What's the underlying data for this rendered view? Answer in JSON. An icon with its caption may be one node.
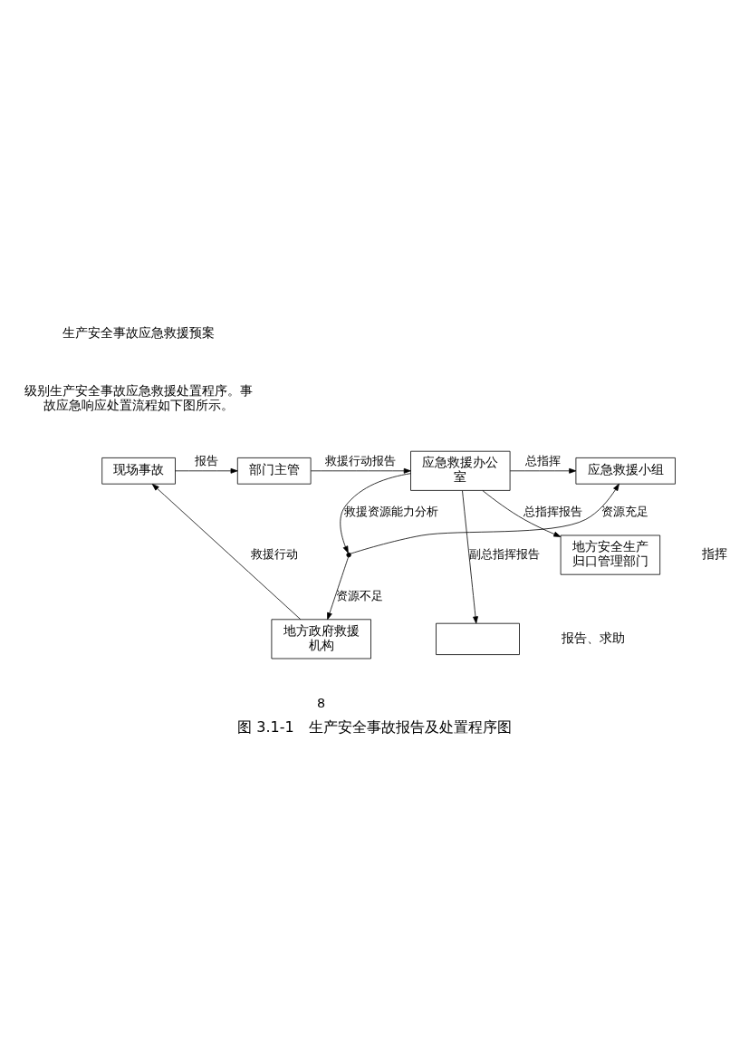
{
  "diagram": {
    "caption": "图 3.1-1　生产安全事故报告及处置程序图",
    "nodes": [
      {
        "text": [
          "现场事故"
        ]
      },
      {
        "text": [
          "部门主管"
        ]
      },
      {
        "text": [
          "应急救援办公室"
        ]
      },
      {
        "text": [
          "应急救援小组"
        ]
      },
      {
        "text": [
          "地方安全生产归口管理部门"
        ]
      },
      {
        "text": [],
        "shape": "box"
      },
      {
        "text": [
          "地方政府救援机构"
        ]
      },
      {
        "text": [],
        "shape": "point"
      }
    ],
    "edges": [
      {
        "from": 0,
        "to": 1,
        "arrow": "to",
        "label": "报告"
      },
      {
        "from": 1,
        "to": 2,
        "arrow": "to",
        "label": "救援行动报告"
      },
      {
        "from": 2,
        "to": 3,
        "arrow": "to",
        "label": "总指挥"
      },
      {
        "from": 2,
        "to": 4,
        "arrow": "to",
        "label": "总指挥报告"
      },
      {
        "from": 2,
        "to": 5,
        "arrow": "to",
        "label": "副总指挥报告"
      },
      {
        "from": 2,
        "to": 7,
        "arrow": "to",
        "label": "救援资源能力分析"
      },
      {
        "from": 7,
        "to": 3,
        "arrow": "to",
        "label": "资源充足"
      },
      {
        "from": 7,
        "to": 6,
        "arrow": "to",
        "label": "资源不足"
      },
      {
        "from": 6,
        "to": 0,
        "arrow": "to",
        "label": "救援行动"
      }
    ],
    "labels": [
      "生产安全事故应急救援预案",
      "级别生产安全事故应急救援处置程序。事故应急响应处置流程如下图所示。",
      "指挥",
      "报告、求助",
      "8"
    ]
  }
}
